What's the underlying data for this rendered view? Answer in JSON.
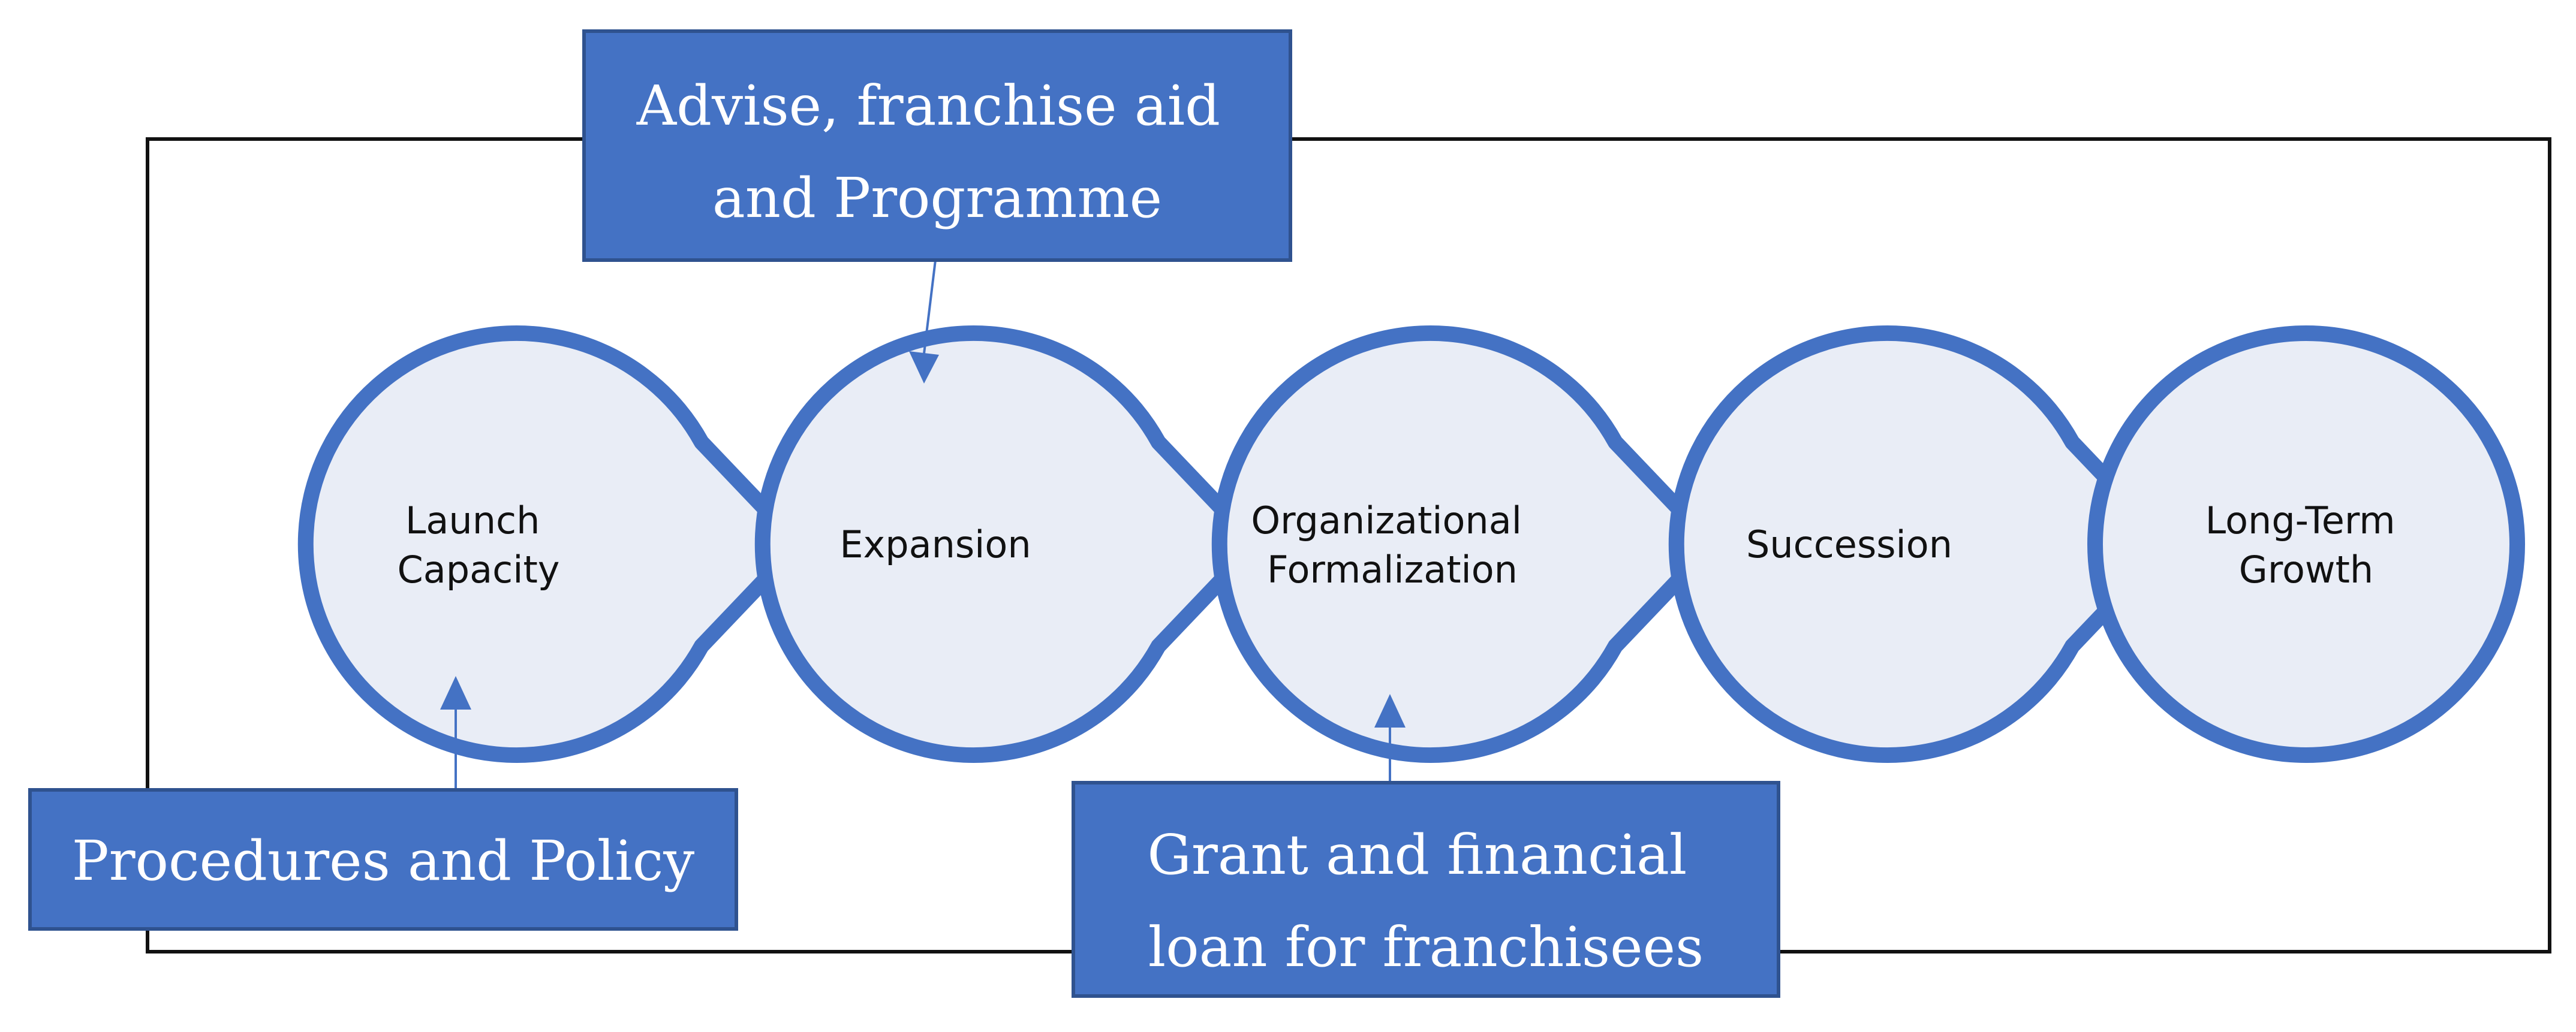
{
  "stages": [
    {
      "lines": [
        "Launch",
        "Capacity"
      ]
    },
    {
      "lines": [
        "Expansion"
      ]
    },
    {
      "lines": [
        "Organizational",
        "Formalization"
      ]
    },
    {
      "lines": [
        "Succession"
      ]
    },
    {
      "lines": [
        "Long-Term",
        "Growth"
      ]
    }
  ],
  "callouts": {
    "advise": {
      "lines": [
        "Advise, franchise aid",
        "and Programme"
      ]
    },
    "procedures": {
      "lines": [
        "Procedures and Policy"
      ]
    },
    "grant": {
      "lines": [
        "Grant and financial",
        "loan for franchisees"
      ]
    }
  },
  "colors": {
    "accent": "#4472C4",
    "accent_dark": "#2F528F",
    "circle_fill": "#E9EDF6",
    "frame": "#111111",
    "stage_text": "#111111",
    "box_text": "#FFFFFF"
  }
}
